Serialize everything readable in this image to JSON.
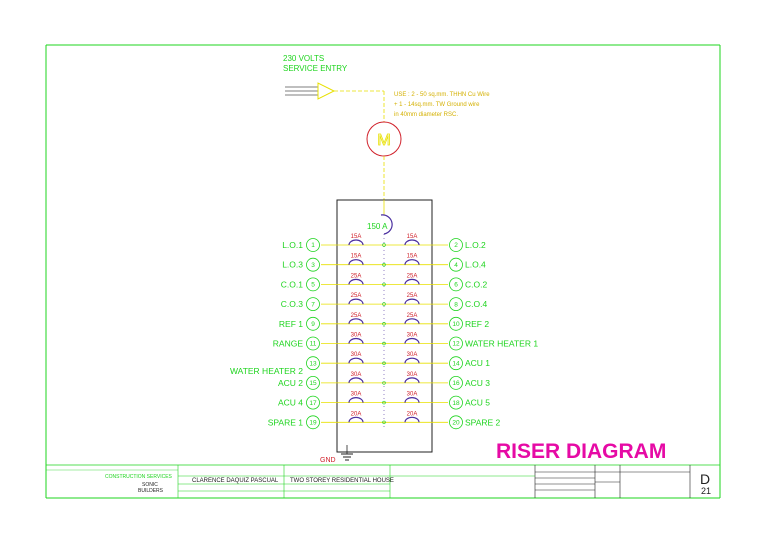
{
  "service": {
    "line1": "230 VOLTS",
    "line2": "SERVICE ENTRY",
    "meter_symbol": "M",
    "note": [
      "USE :     2 - 50 sq.mm. THHN Cu Wire",
      "+ 1 - 14sq.mm. TW Ground wire",
      "in 40mm diameter RSC."
    ]
  },
  "main_breaker": "150 A",
  "circuits": [
    {
      "left_label": "L.O.1",
      "left_num": "1",
      "left_amp": "15A",
      "right_amp": "15A",
      "right_num": "2",
      "right_label": "L.O.2"
    },
    {
      "left_label": "L.O.3",
      "left_num": "3",
      "left_amp": "15A",
      "right_amp": "15A",
      "right_num": "4",
      "right_label": "L.O.4"
    },
    {
      "left_label": "C.O.1",
      "left_num": "5",
      "left_amp": "25A",
      "right_amp": "25A",
      "right_num": "6",
      "right_label": "C.O.2"
    },
    {
      "left_label": "C.O.3",
      "left_num": "7",
      "left_amp": "25A",
      "right_amp": "25A",
      "right_num": "8",
      "right_label": "C.O.4"
    },
    {
      "left_label": "REF 1",
      "left_num": "9",
      "left_amp": "25A",
      "right_amp": "25A",
      "right_num": "10",
      "right_label": "REF 2"
    },
    {
      "left_label": "RANGE",
      "left_num": "11",
      "left_amp": "30A",
      "right_amp": "30A",
      "right_num": "12",
      "right_label": "WATER HEATER 1"
    },
    {
      "left_label": "WATER HEATER 2",
      "left_num": "13",
      "left_amp": "30A",
      "right_amp": "30A",
      "right_num": "14",
      "right_label": "ACU 1"
    },
    {
      "left_label": "ACU 2",
      "left_num": "15",
      "left_amp": "30A",
      "right_amp": "30A",
      "right_num": "16",
      "right_label": "ACU 3"
    },
    {
      "left_label": "ACU 4",
      "left_num": "17",
      "left_amp": "30A",
      "right_amp": "30A",
      "right_num": "18",
      "right_label": "ACU 5"
    },
    {
      "left_label": "SPARE 1",
      "left_num": "19",
      "left_amp": "20A",
      "right_amp": "20A",
      "right_num": "20",
      "right_label": "SPARE 2"
    }
  ],
  "ground_label": "GND",
  "title": "RISER DIAGRAM",
  "title_block": {
    "company_heading": "CONSTRUCTION SERVICES",
    "company_name_1": "SONIC",
    "company_name_2": "BUILDERS",
    "owner": "CLARENCE DAQUIZ PASCUAL",
    "project": "TWO STOREY RESIDENTIAL HOUSE",
    "sheet_letter": "D",
    "sheet_number": "21"
  },
  "colors": {
    "green": "#1ed41e",
    "red": "#d0202a",
    "yellow": "#e8e000",
    "magenta": "#e60aa5",
    "violet": "#4b2fa0"
  }
}
